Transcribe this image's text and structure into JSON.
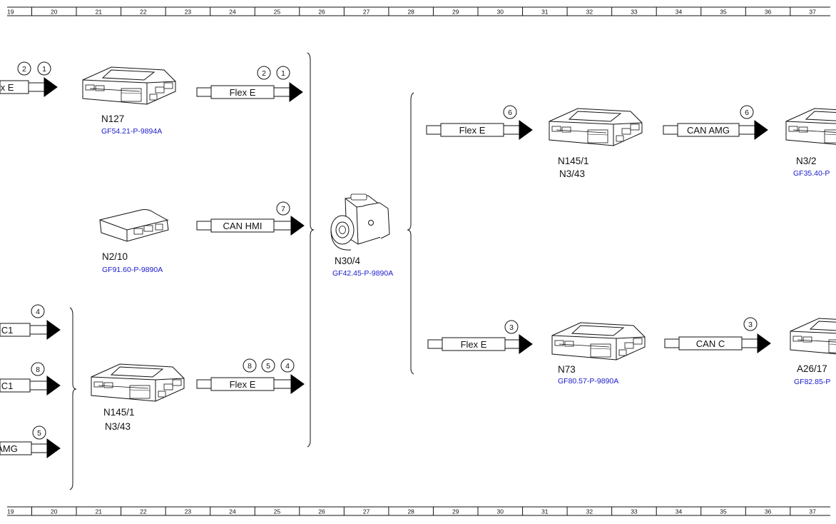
{
  "ruler_top": {
    "labels": [
      "19",
      "20",
      "21",
      "22",
      "23",
      "24",
      "25",
      "26",
      "27",
      "28",
      "29",
      "30",
      "31",
      "32",
      "33",
      "34",
      "35",
      "36",
      "37"
    ]
  },
  "ruler_bottom": {
    "labels": [
      "19",
      "20",
      "21",
      "22",
      "23",
      "24",
      "25",
      "26",
      "27",
      "28",
      "29",
      "30",
      "31",
      "32",
      "33",
      "34",
      "35",
      "36",
      "37"
    ]
  },
  "modules": [
    {
      "id": "n127",
      "label": "N127",
      "ref": "GF54.21-P-9894A"
    },
    {
      "id": "n2-10",
      "label": "N2/10",
      "ref": "GF91.60-P-9890A"
    },
    {
      "id": "n145-1-left",
      "label": "N145/1",
      "label2": "N3/43"
    },
    {
      "id": "n30-4",
      "label": "N30/4",
      "ref": "GF42.45-P-9890A"
    },
    {
      "id": "n145-1-right",
      "label": "N145/1",
      "label2": "N3/43"
    },
    {
      "id": "n3-2",
      "label": "N3/2",
      "ref": "GF35.40-P"
    },
    {
      "id": "n73",
      "label": "N73",
      "ref": "GF80.57-P-9890A"
    },
    {
      "id": "a26-17",
      "label": "A26/17",
      "ref": "GF82.85-P"
    }
  ],
  "buses": [
    {
      "id": "bus-left-flexe",
      "label": "x E",
      "nums": [
        "2",
        "1"
      ]
    },
    {
      "id": "bus-n127-flexe",
      "label": "Flex E",
      "nums": [
        "2",
        "1"
      ]
    },
    {
      "id": "bus-can-hmi",
      "label": "CAN HMI",
      "nums": [
        "7"
      ]
    },
    {
      "id": "bus-left-c1-a",
      "label": "C1",
      "nums": [
        "4"
      ]
    },
    {
      "id": "bus-left-c1-b",
      "label": "C1",
      "nums": [
        "8"
      ]
    },
    {
      "id": "bus-left-amg",
      "label": "AMG",
      "nums": [
        "5"
      ]
    },
    {
      "id": "bus-n145-flexe",
      "label": "Flex E",
      "nums": [
        "8",
        "5",
        "4"
      ]
    },
    {
      "id": "bus-right-flexe-top",
      "label": "Flex E",
      "nums": [
        "6"
      ]
    },
    {
      "id": "bus-can-amg",
      "label": "CAN AMG",
      "nums": [
        "6"
      ]
    },
    {
      "id": "bus-right-flexe-bottom",
      "label": "Flex E",
      "nums": [
        "3"
      ]
    },
    {
      "id": "bus-can-c",
      "label": "CAN C",
      "nums": [
        "3"
      ]
    }
  ]
}
